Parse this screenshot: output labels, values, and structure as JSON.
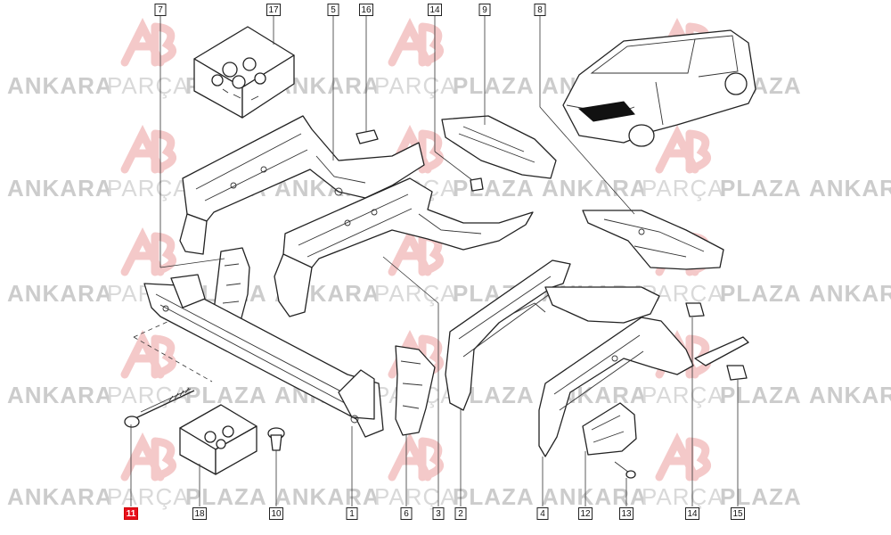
{
  "watermark": {
    "word1": "ANKARA",
    "word2": "PARÇA",
    "word3": "PLAZA",
    "color_light": "#d9d9d9",
    "color_bold": "#cccccc",
    "logo_color": "#f4c9c9"
  },
  "selected_callout": "11",
  "callouts": [
    {
      "id": "c1",
      "label": "1"
    },
    {
      "id": "c3",
      "label": "3"
    },
    {
      "id": "c2",
      "label": "2"
    },
    {
      "id": "c4",
      "label": "4"
    },
    {
      "id": "c5",
      "label": "5"
    },
    {
      "id": "c6",
      "label": "6"
    },
    {
      "id": "c7",
      "label": "7"
    },
    {
      "id": "c8",
      "label": "8"
    },
    {
      "id": "c9",
      "label": "9"
    },
    {
      "id": "c10",
      "label": "10"
    },
    {
      "id": "c11",
      "label": "11"
    },
    {
      "id": "c12",
      "label": "12"
    },
    {
      "id": "c13",
      "label": "13"
    },
    {
      "id": "c14a",
      "label": "14"
    },
    {
      "id": "c14b",
      "label": "14"
    },
    {
      "id": "c15",
      "label": "15"
    },
    {
      "id": "c16",
      "label": "16"
    },
    {
      "id": "c17",
      "label": "17"
    },
    {
      "id": "c18",
      "label": "18"
    }
  ]
}
